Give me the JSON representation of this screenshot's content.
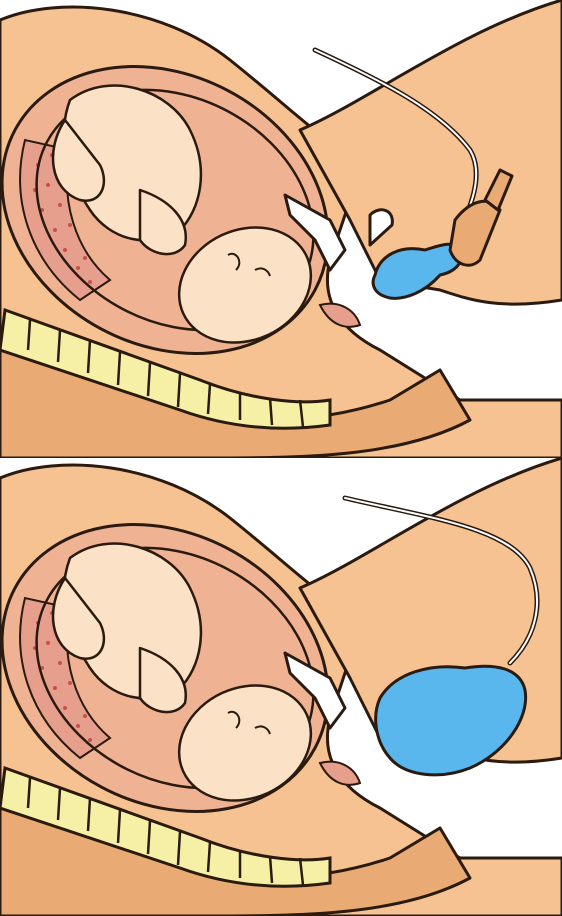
{
  "figure": {
    "panels": [
      {
        "id": "before-inflation",
        "balloon_state": "deflated",
        "balloon_fill": 0.25
      },
      {
        "id": "after-inflation",
        "balloon_state": "inflated",
        "balloon_fill": 1.0
      }
    ]
  },
  "colors": {
    "skin": "#f6c291",
    "skin_dark": "#e9ab73",
    "uterus": "#efb394",
    "placenta": "#e79f8d",
    "placenta_dots": "#c8504a",
    "baby": "#fbe1c6",
    "bone": "#f6f0a7",
    "balloon": "#59b7ee",
    "outline": "#2a1a10",
    "background": "#ffffff"
  },
  "icons": {
    "balloon": "intrauterine-balloon-icon",
    "tube": "catheter-tube-icon",
    "baby": "fetus-icon",
    "spine": "spine-icon",
    "pubic_bone": "pubic-bone-icon"
  }
}
